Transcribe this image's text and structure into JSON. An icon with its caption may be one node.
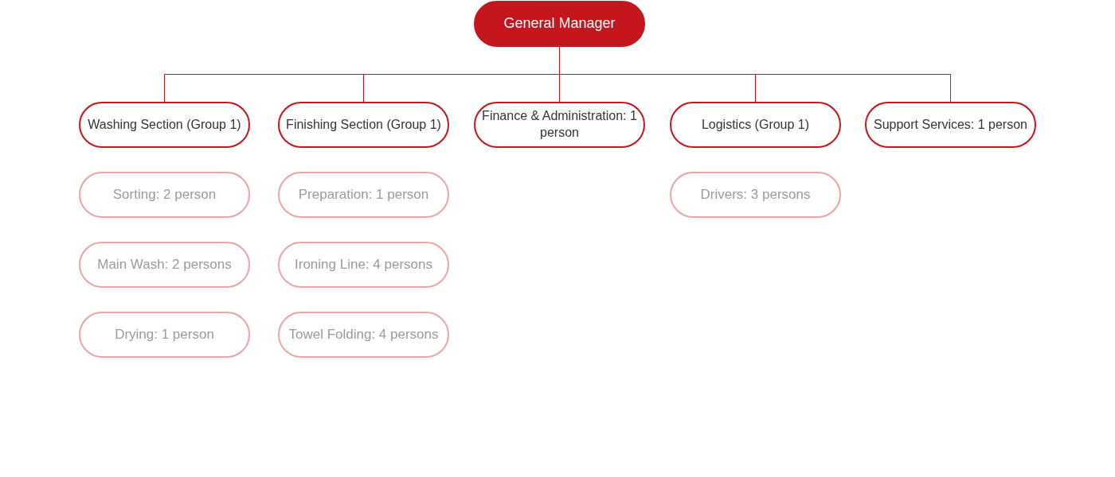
{
  "diagram": {
    "nodes": [
      {
        "text": [
          "General Manager"
        ]
      },
      {
        "text": [
          "Washing Section (Group 1)"
        ]
      },
      {
        "text": [
          "Finishing Section (Group 1)"
        ]
      },
      {
        "text": [
          "Finance & Administration: 1 person"
        ]
      },
      {
        "text": [
          "Logistics (Group 1)"
        ]
      },
      {
        "text": [
          "Support Services: 1 person"
        ]
      },
      {
        "text": [
          "Sorting: 2 person"
        ]
      },
      {
        "text": [
          "Preparation: 1 person"
        ]
      },
      {
        "text": [
          "Drivers: 3 persons"
        ]
      },
      {
        "text": [
          "Main Wash: 2 persons"
        ]
      },
      {
        "text": [
          "Ironing Line: 4 persons"
        ]
      },
      {
        "text": [
          "Drying: 1 person"
        ]
      },
      {
        "text": [
          "Towel Folding: 4 persons"
        ]
      }
    ],
    "edges": [
      {
        "from": 0,
        "to": 1,
        "arrow": "none"
      },
      {
        "from": 0,
        "to": 2,
        "arrow": "none"
      },
      {
        "from": 0,
        "to": 3,
        "arrow": "none"
      },
      {
        "from": 0,
        "to": 4,
        "arrow": "none"
      },
      {
        "from": 0,
        "to": 5,
        "arrow": "none"
      }
    ]
  }
}
